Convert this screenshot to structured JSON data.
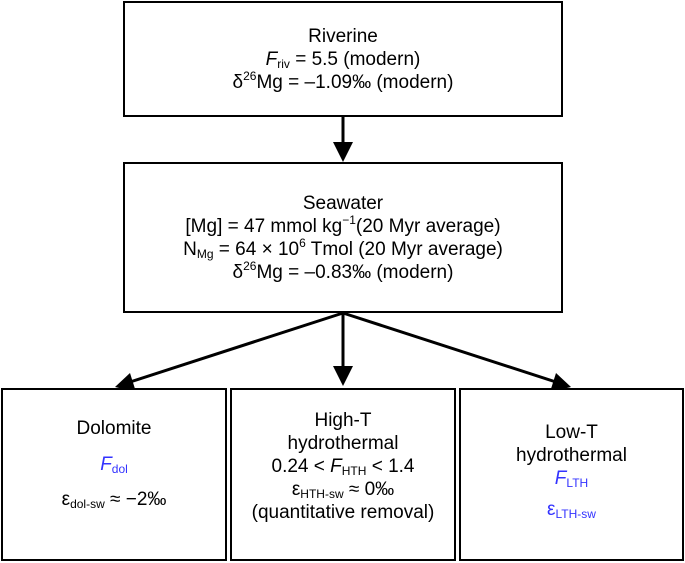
{
  "riverine": {
    "title": "Riverine",
    "flux_symbol": "F",
    "flux_sub": "riv",
    "flux_text": " = 5.5 (modern)",
    "delta_prefix": "δ",
    "delta_sup": "26",
    "delta_text": "Mg = –1.09‰ (modern)"
  },
  "seawater": {
    "title": "Seawater",
    "conc_prefix": "[Mg] = 47 mmol kg",
    "conc_sup": "−1",
    "conc_suffix": "(20 Myr average)",
    "n_symbol": "N",
    "n_sub": "Mg",
    "n_mid": " = 64 × 10",
    "n_sup": "6",
    "n_suffix": " Tmol (20 Myr average)",
    "delta_prefix": "δ",
    "delta_sup": "26",
    "delta_text": "Mg = –0.83‰ (modern)"
  },
  "dolomite": {
    "title": "Dolomite",
    "flux_symbol": "F",
    "flux_sub": "dol",
    "eps_symbol": "ε",
    "eps_sub": "dol-sw",
    "eps_text": " ≈ −2‰"
  },
  "high_t": {
    "title_line1": "High-T",
    "title_line2": "hydrothermal",
    "range_prefix": "0.24 < ",
    "flux_symbol": "F",
    "flux_sub": "HTH",
    "range_suffix": " < 1.4",
    "eps_symbol": "ε",
    "eps_sub": "HTH-sw",
    "eps_text": " ≈ 0‰",
    "note": "(quantitative removal)"
  },
  "low_t": {
    "title_line1": "Low-T",
    "title_line2": "hydrothermal",
    "flux_symbol": "F",
    "flux_sub": "LTH",
    "eps_symbol": "ε",
    "eps_sub": "LTH-sw"
  },
  "colors": {
    "unknown_parameter": "#3333ff",
    "line": "#000000"
  }
}
